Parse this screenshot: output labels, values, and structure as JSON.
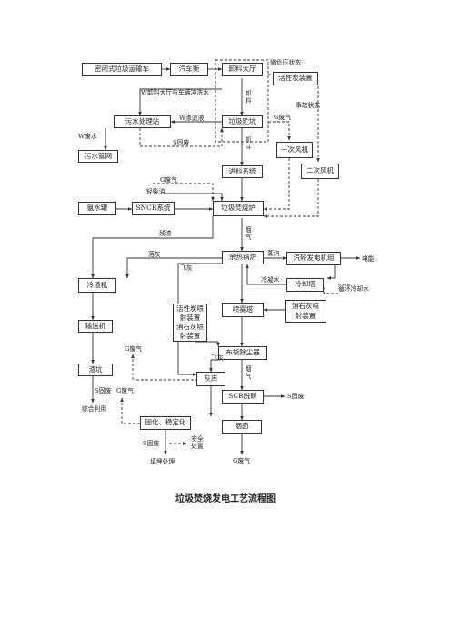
{
  "boxes": {
    "sealed_truck": "密闭式垃圾运输车",
    "truck_scale": "汽车衡",
    "unloading_hall": "卸料大厅",
    "activated_carbon": "活性炭装置",
    "sewage_station": "污水处理站",
    "waste_pit": "垃圾贮坑",
    "sewer": "污水管网",
    "primary_fan": "一次风机",
    "feeding_system": "进料系统",
    "secondary_fan": "二次风机",
    "ammonia_tank": "氨水罐",
    "sncr": "SNCR系统",
    "incinerator": "垃圾焚烧炉",
    "waste_heat_boiler": "余热锅炉",
    "turbine": "汽轮发电机组",
    "cooling_tower": "冷却塔",
    "slag_cooler": "冷渣机",
    "lime_injector": "消石灰喷\n射装置",
    "ac_lime_injector": "活性炭喷\n射装置\n消石灰喷\n射装置",
    "spray_tower": "喷雾塔",
    "conveyor": "输送机",
    "bag_filter": "布袋除尘器",
    "slag_pit": "渣坑",
    "ash_silo": "灰库",
    "scr_fan": "SCR脱硝",
    "solidify": "固化、稳定化",
    "chimney": "烟囱"
  },
  "labels": {
    "micro_negative": "微负压状态",
    "accident": "事故状态",
    "w_wash": "W卸料大厅与车辆冲洗水",
    "unload_material": "卸\n料",
    "w_leachate": "W渗滤液",
    "g_exhaust_pit": "G废气",
    "w_wastewater": "W废水",
    "s_solid_sludge": "S固废",
    "grab": "抓\n斗",
    "g_exhaust_feed": "G废气",
    "light_diesel": "轻柴油",
    "slag": "残渣",
    "flue_gas_1": "烟\n气",
    "fall_ash": "落灰",
    "fly_ash_1": "飞灰",
    "steam": "蒸汽",
    "electricity": "电能",
    "condensate": "冷凝水",
    "circulating_water": "循环冷却水",
    "g_exhaust_slag": "G废气",
    "fly_ash_2": "飞灰",
    "flue_gas_2": "烟\n气",
    "s_waste_scr": "S固废",
    "s_waste_slag": "S固废",
    "g_exhaust_ash": "G废气",
    "utilization": "综合利用",
    "s_waste_solid": "S固废",
    "safe_disposal": "安全\n处置",
    "landfill": "填埋处理",
    "g_exhaust_final": "G废气"
  },
  "caption": "垃圾焚烧发电工艺流程图"
}
